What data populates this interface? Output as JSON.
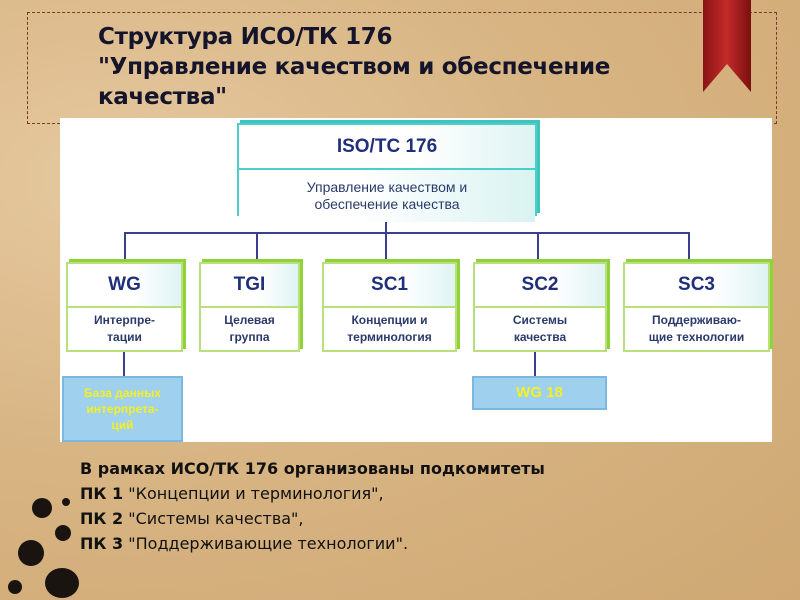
{
  "title": "Структура ИСО/ТК 176\n\"Управление качеством и обеспечение качества\"",
  "diagram": {
    "root": {
      "code": "ISO/TC 176",
      "name": "Управление качеством и\nобеспечение качества"
    },
    "children": [
      {
        "code": "WG",
        "name": "Интерпре-\nтации"
      },
      {
        "code": "TGI",
        "name": "Целевая\nгруппа"
      },
      {
        "code": "SC1",
        "name": "Концепции и\nтерминология"
      },
      {
        "code": "SC2",
        "name": "Системы\nкачества"
      },
      {
        "code": "SC3",
        "name": "Поддерживаю-\nщие технологии"
      }
    ],
    "wg_sub": "База данных\nинтерпрета-\nций",
    "sc2_sub": "WG 18"
  },
  "body": {
    "intro": "В рамках ИСО/ТК 176 организованы подкомитеты",
    "items": [
      {
        "code": "ПК 1",
        "text": " \"Концепции и терминология\","
      },
      {
        "code": "ПК 2",
        "text": " \"Системы качества\","
      },
      {
        "code": "ПК 3",
        "text": " \"Поддерживающие технологии\"."
      }
    ]
  }
}
